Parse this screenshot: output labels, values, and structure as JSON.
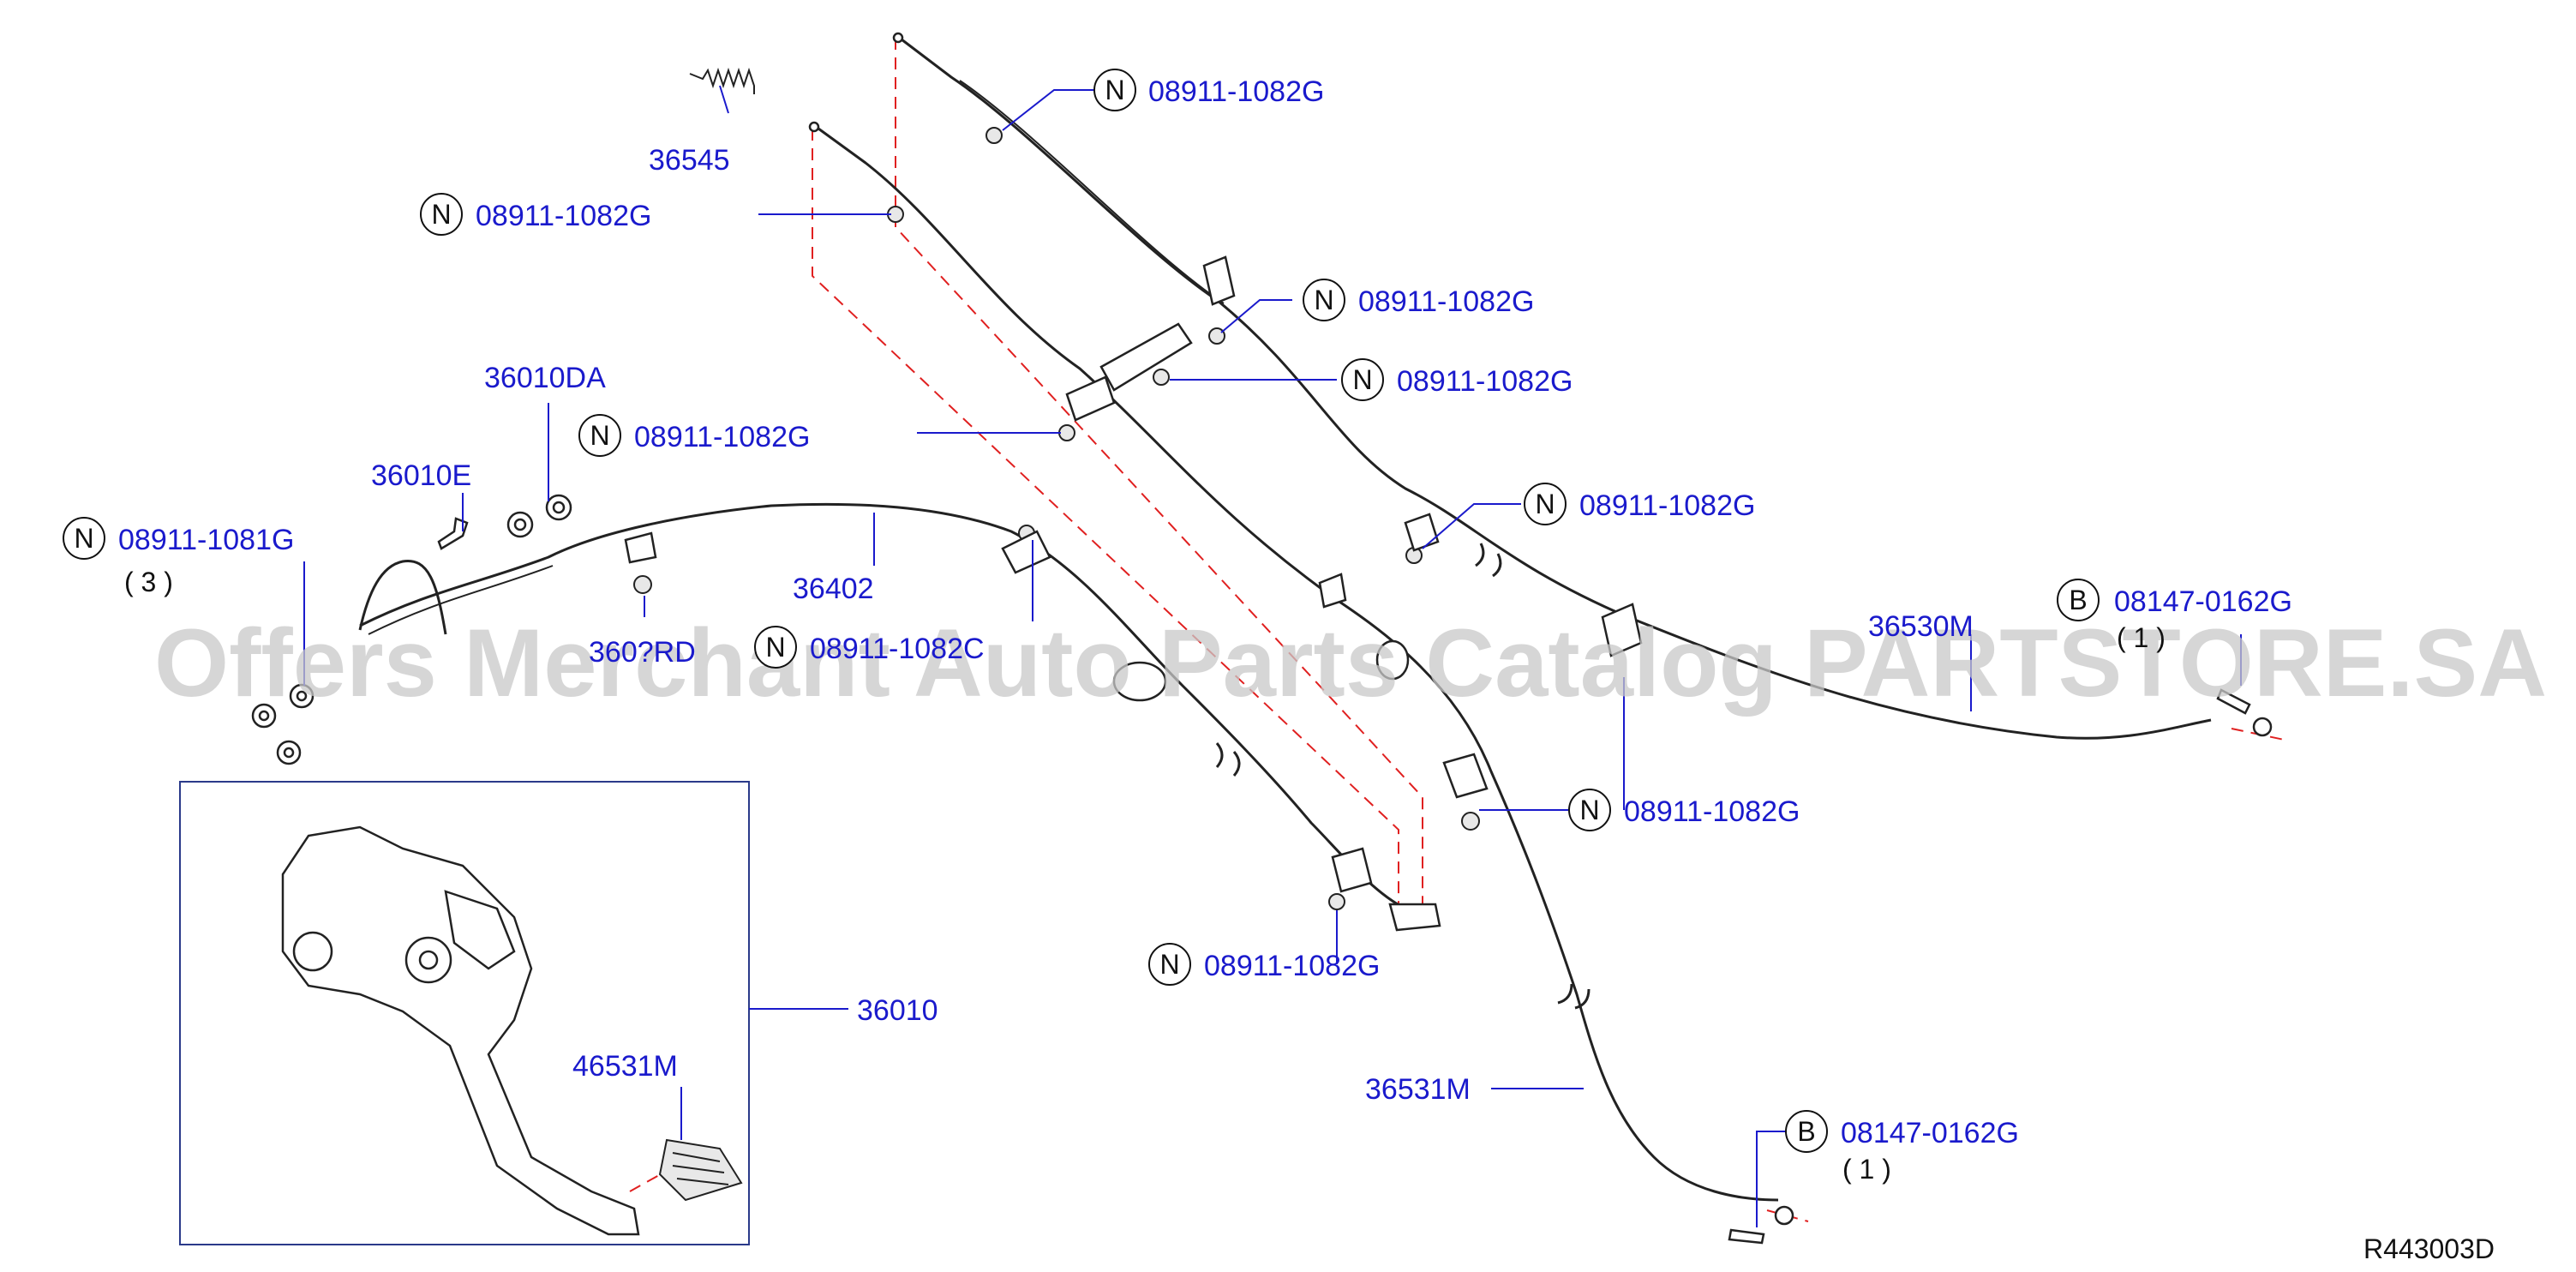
{
  "parts": {
    "p_36545": "36545",
    "p_36010DA": "36010DA",
    "p_36010E": "36010E",
    "p_36402": "36402",
    "p_36010RD": "360?RD",
    "p_36010": "36010",
    "p_46531M": "46531M",
    "p_36530M": "36530M",
    "p_36531M": "36531M"
  },
  "callouts": {
    "n1": {
      "symbol": "N",
      "code": "08911-1082G"
    },
    "n2": {
      "symbol": "N",
      "code": "08911-1082G"
    },
    "n3": {
      "symbol": "N",
      "code": "08911-1082G"
    },
    "n4": {
      "symbol": "N",
      "code": "08911-1082G"
    },
    "n5": {
      "symbol": "N",
      "code": "08911-1082G"
    },
    "n6": {
      "symbol": "N",
      "code": "08911-1082G"
    },
    "n7": {
      "symbol": "N",
      "code": "08911-1082G"
    },
    "n8": {
      "symbol": "N",
      "code": "08911-1082G"
    },
    "n9": {
      "symbol": "N",
      "code": "08911-1082C"
    },
    "n10": {
      "symbol": "N",
      "code": "08911-1081G",
      "qty": "( 3 )"
    },
    "b1": {
      "symbol": "B",
      "code": "08147-0162G",
      "qty": "( 1 )"
    },
    "b2": {
      "symbol": "B",
      "code": "08147-0162G",
      "qty": "( 1 )"
    }
  },
  "reference": "R443003D",
  "watermark": "Offers Merchant Auto Parts Catalog PARTSTORE.SA",
  "colors": {
    "label": "#1a1acc",
    "dash": "#e02020",
    "line": "#222222"
  }
}
